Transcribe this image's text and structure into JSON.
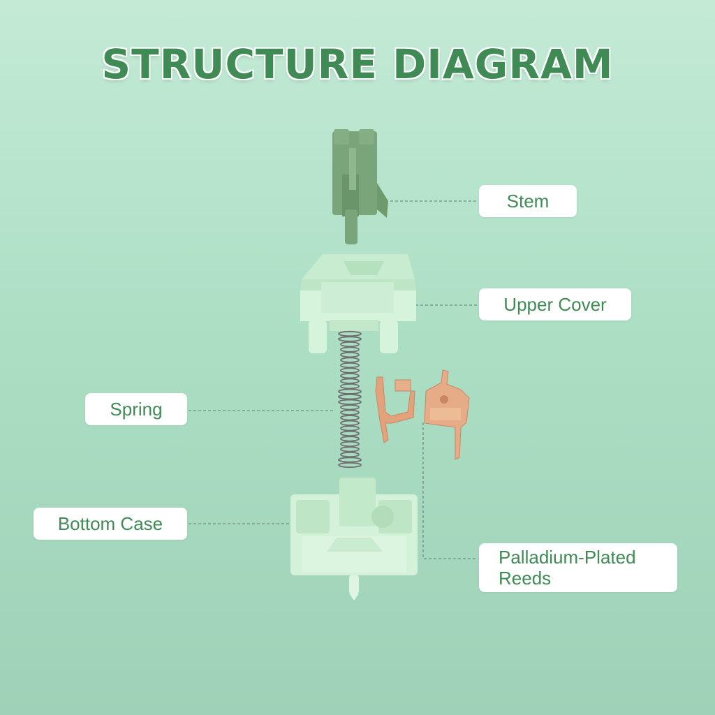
{
  "title": "STRUCTURE DIAGRAM",
  "parts": {
    "stem": "Stem",
    "upper_cover": "Upper Cover",
    "spring": "Spring",
    "bottom_case": "Bottom Case",
    "reeds_line1": "Palladium-Plated",
    "reeds_line2": "Reeds"
  },
  "colors": {
    "title": "#3f8a55",
    "stem": "#7aa479",
    "housing": "#d3f2d9",
    "reeds": "#e0a07a",
    "spring": "#6e6e6e"
  }
}
